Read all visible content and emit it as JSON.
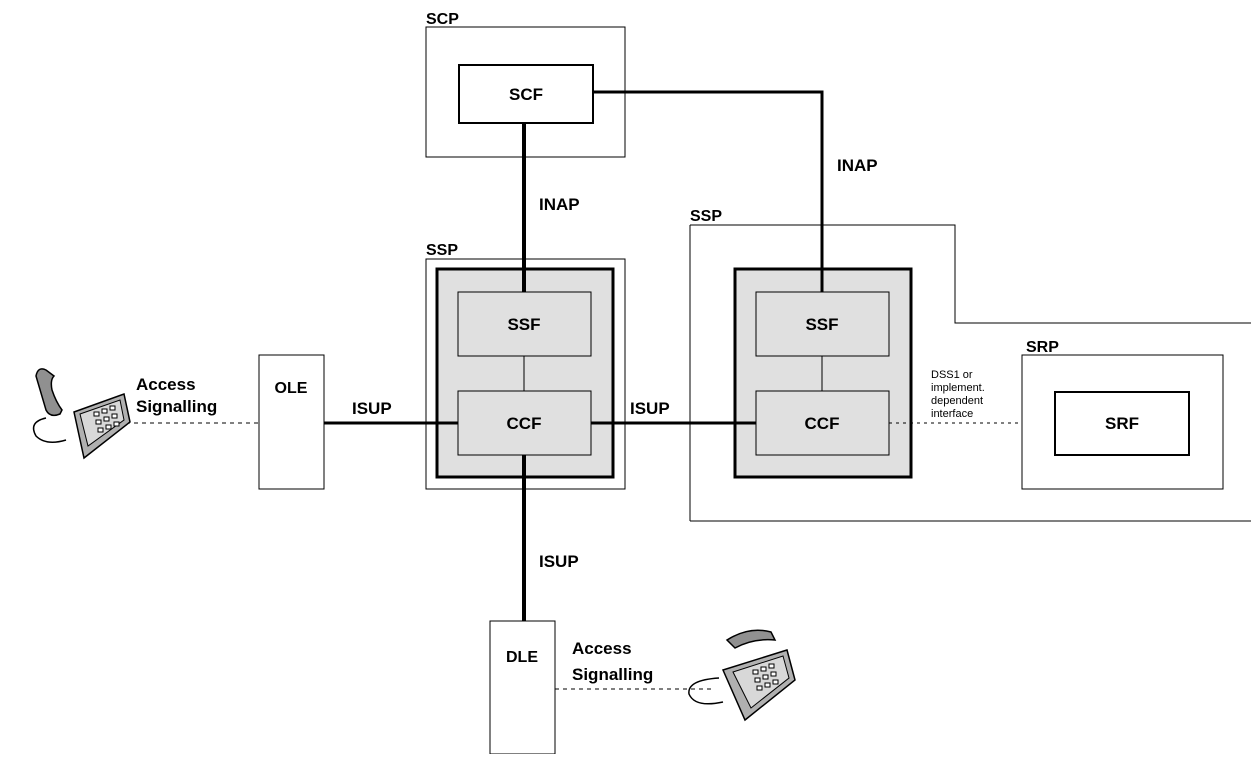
{
  "containers": {
    "scp": "SCP",
    "ssp_left": "SSP",
    "ssp_right": "SSP",
    "srp": "SRP"
  },
  "functions": {
    "scf": "SCF",
    "ssf_left": "SSF",
    "ccf_left": "CCF",
    "ssf_right": "SSF",
    "ccf_right": "CCF",
    "srf": "SRF"
  },
  "exchanges": {
    "ole": "OLE",
    "dle": "DLE"
  },
  "links": {
    "inap_left": "INAP",
    "inap_right": "INAP",
    "isup_ole": "ISUP",
    "isup_between": "ISUP",
    "isup_down": "ISUP",
    "access_left_line1": "Access",
    "access_left_line2": "Signalling",
    "access_bottom_line1": "Access",
    "access_bottom_line2": "Signalling",
    "dss1_line1": "DSS1 or",
    "dss1_line2": "implement.",
    "dss1_line3": "dependent",
    "dss1_line4": "interface"
  },
  "colors": {
    "function_fill": "#e0e0e0",
    "line": "#000000",
    "background": "#ffffff"
  },
  "icons": [
    "telephone-icon",
    "telephone-icon"
  ]
}
